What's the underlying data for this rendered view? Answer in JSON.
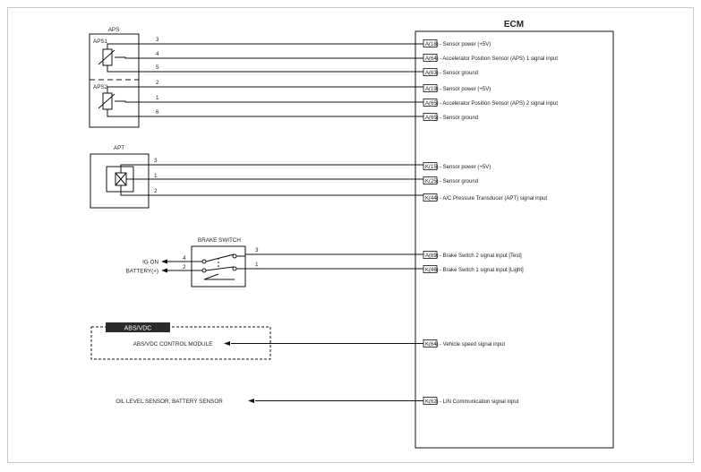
{
  "ecm": {
    "title": "ECM"
  },
  "aps": {
    "title": "APS",
    "aps1": "APS1",
    "aps2": "APS2",
    "pins1": [
      "3",
      "4",
      "5"
    ],
    "pins2": [
      "2",
      "1",
      "6"
    ]
  },
  "apt": {
    "title": "APT",
    "pins": [
      "3",
      "1",
      "2"
    ]
  },
  "brake": {
    "title": "BRAKE SWITCH",
    "ign": "IG ON",
    "battery": "BATTERY(+)",
    "pin_ign": "4",
    "pin_batt": "2",
    "pin_3": "3",
    "pin_1": "1"
  },
  "abs": {
    "badge": "ABS/VDC",
    "module": "ABS/VDC CONTROL MODULE"
  },
  "oil": {
    "label": "OIL LEVEL SENSOR, BATTERY SENSOR"
  },
  "ecm_pins": [
    {
      "code": "A(18)",
      "desc": "- Sensor power (+5V)"
    },
    {
      "code": "A(64)",
      "desc": "- Accelerator Position Sensor (APS) 1 signal input"
    },
    {
      "code": "A(63)",
      "desc": "- Sensor ground"
    },
    {
      "code": "A(19)",
      "desc": "- Sensor power (+5V)"
    },
    {
      "code": "A(65)",
      "desc": "- Accelerator Position Sensor (APS) 2 signal input"
    },
    {
      "code": "A(65)",
      "desc": "- Sensor ground"
    },
    {
      "code": "K(15)",
      "desc": "- Sensor power (+5V)"
    },
    {
      "code": "K(25)",
      "desc": "- Sensor ground"
    },
    {
      "code": "K(44)",
      "desc": "- A/C Pressure Transducer (APT) signal input"
    },
    {
      "code": "A(69)",
      "desc": "- Brake Switch 2 signal input [Test]"
    },
    {
      "code": "K(46)",
      "desc": "- Brake Switch 1 signal input [Light]"
    },
    {
      "code": "K(64)",
      "desc": "- Vehicle speed signal input"
    },
    {
      "code": "K(62)",
      "desc": "- LIN Communication signal input"
    }
  ]
}
